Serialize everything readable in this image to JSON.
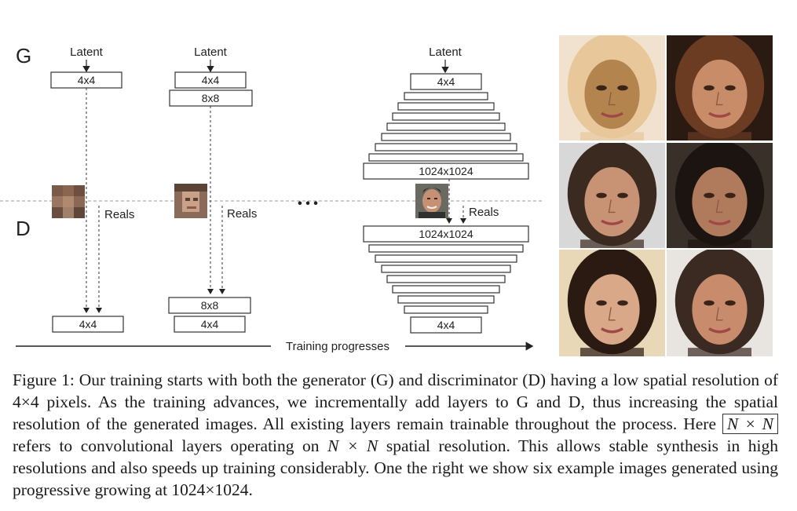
{
  "diagram": {
    "g_label": "G",
    "d_label": "D",
    "latent_label": "Latent",
    "reals_label": "Reals",
    "ellipsis": "• • •",
    "progress_label": "Training progresses",
    "columns": [
      {
        "g_blocks": [
          "4x4"
        ],
        "d_blocks": [
          "4x4"
        ]
      },
      {
        "g_blocks": [
          "4x4",
          "8x8"
        ],
        "d_blocks": [
          "8x8",
          "4x4"
        ]
      },
      {
        "g_top": "4x4",
        "g_bottom": "1024x1024",
        "d_top": "1024x1024",
        "d_bottom": "4x4"
      }
    ]
  },
  "photos": [
    {
      "name": "generated-face-1",
      "colors": [
        "#e8c79a",
        "#b4844f",
        "#f0e2cf"
      ]
    },
    {
      "name": "generated-face-2",
      "colors": [
        "#6b3b22",
        "#c88c68",
        "#2a1a12"
      ]
    },
    {
      "name": "generated-face-3",
      "colors": [
        "#3a2a20",
        "#c89274",
        "#d8d8d8"
      ]
    },
    {
      "name": "generated-face-4",
      "colors": [
        "#1c1410",
        "#b07a5c",
        "#3a302a"
      ]
    },
    {
      "name": "generated-face-5",
      "colors": [
        "#2a1a12",
        "#d8a888",
        "#e8d8b8"
      ]
    },
    {
      "name": "generated-face-6",
      "colors": [
        "#3a2a22",
        "#c88c6c",
        "#e8e4e0"
      ]
    }
  ],
  "caption": {
    "p1": "Figure 1: Our training starts with both the generator (G) and discriminator (D) having a low spatial resolution of 4×4 pixels. As the training advances, we incrementally add layers to G and D, thus increasing the spatial resolution of the generated images. All existing layers remain trainable throughout the process. Here",
    "boxed": "N × N",
    "p2": "refers to convolutional layers operating on",
    "nxn": "N × N",
    "p3": "spatial resolution. This allows stable synthesis in high resolutions and also speeds up training considerably. One the right we show six example images generated using progressive growing at 1024×1024."
  }
}
